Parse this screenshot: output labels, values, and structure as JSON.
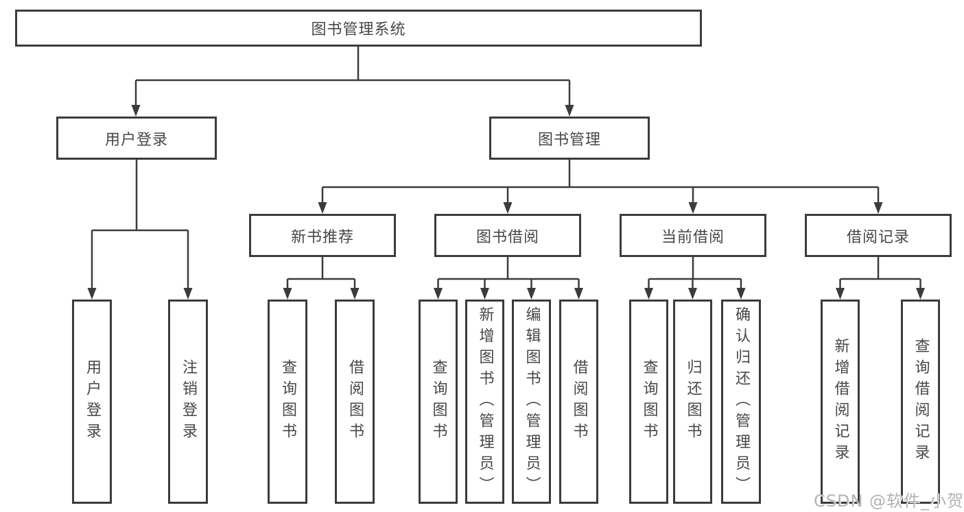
{
  "diagram": {
    "root": "图书管理系统",
    "branches": [
      {
        "label": "用户登录",
        "children": [
          "用户登录",
          "注销登录"
        ]
      },
      {
        "label": "图书管理",
        "groups": [
          {
            "label": "新书推荐",
            "children": [
              "查询图书",
              "借阅图书"
            ]
          },
          {
            "label": "图书借阅",
            "children": [
              "查询图书",
              "新增图书（管理员）",
              "编辑图书（管理员）",
              "借阅图书"
            ]
          },
          {
            "label": "当前借阅",
            "children": [
              "查询图书",
              "归还图书",
              "确认归还（管理员）"
            ]
          },
          {
            "label": "借阅记录",
            "children": [
              "新增借阅记录",
              "查询借阅记录"
            ]
          }
        ]
      }
    ],
    "colors": {
      "line": "#3b3b3b",
      "text": "#474747",
      "background": "#ffffff",
      "watermark": "#b3b3b3"
    },
    "watermark": "CSDN @软件_小贺同学"
  }
}
